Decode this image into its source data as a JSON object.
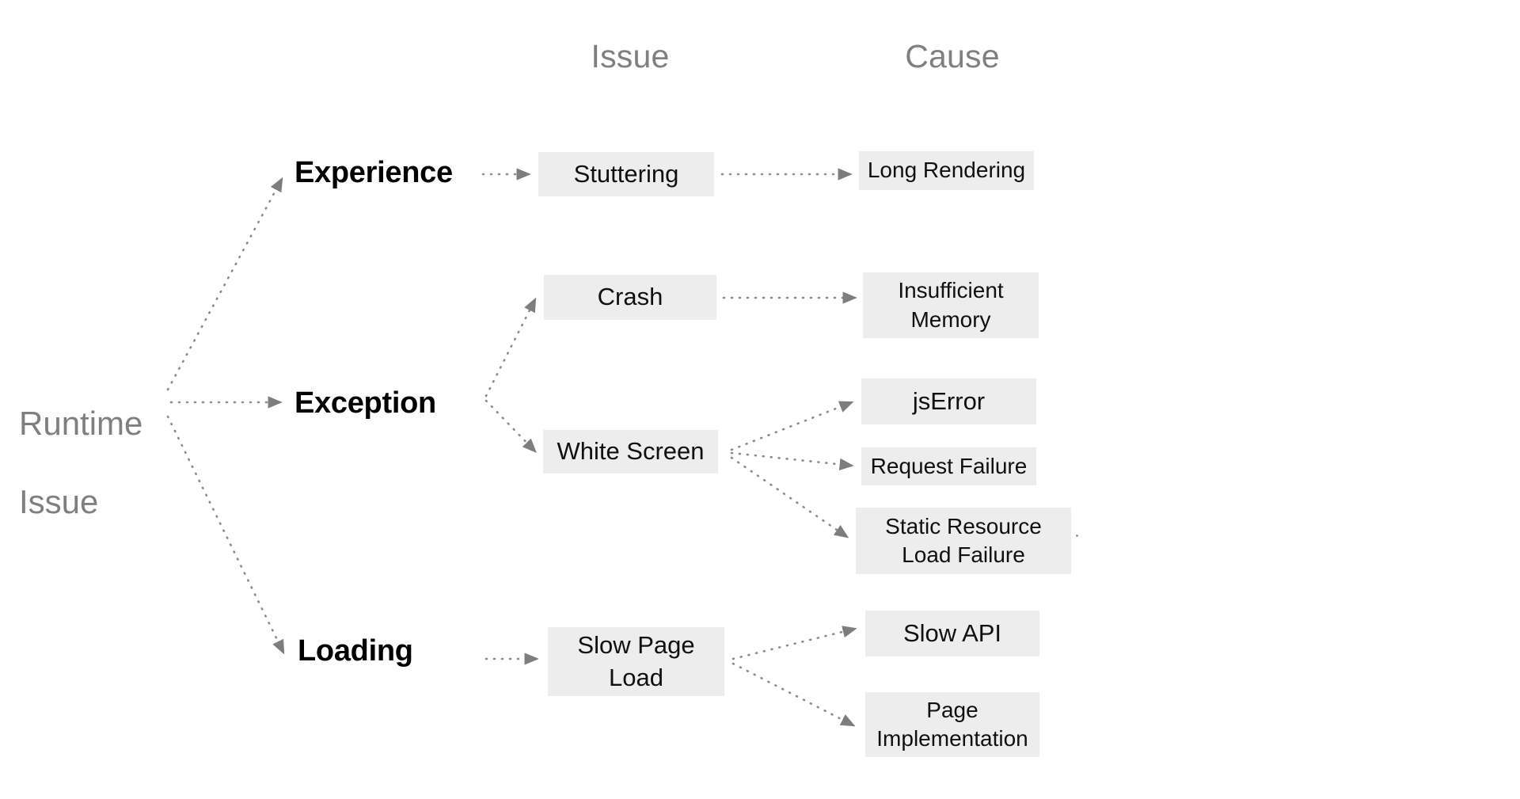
{
  "diagram": {
    "type": "tree-diagram",
    "title_absent": true,
    "background_color": "#ffffff",
    "node_fill_color": "#ededed",
    "header_text_color": "#7f7f7f",
    "root_text_color": "#7f7f7f",
    "category_text_color": "#000000",
    "edge_style": "dotted-arrow",
    "edge_color": "#8c8c8c"
  },
  "columns": [
    {
      "id": "issue",
      "label": "Issue"
    },
    {
      "id": "cause",
      "label": "Cause"
    }
  ],
  "root": {
    "label": "Runtime Issue",
    "line1": "Runtime",
    "line2": "Issue"
  },
  "categories": [
    {
      "id": "experience",
      "label": "Experience"
    },
    {
      "id": "exception",
      "label": "Exception"
    },
    {
      "id": "loading",
      "label": "Loading"
    }
  ],
  "issues": [
    {
      "id": "stuttering",
      "label": "Stuttering",
      "category": "experience"
    },
    {
      "id": "crash",
      "label": "Crash",
      "category": "exception"
    },
    {
      "id": "white-screen",
      "label": "White Screen",
      "category": "exception"
    },
    {
      "id": "slow-page-load",
      "label": "Slow Page Load",
      "category": "loading"
    }
  ],
  "causes": [
    {
      "id": "long-rendering",
      "label": "Long Rendering",
      "issue": "stuttering"
    },
    {
      "id": "insufficient-memory",
      "label": "Insufficient Memory",
      "issue": "crash"
    },
    {
      "id": "js-error",
      "label": "jsError",
      "issue": "white-screen"
    },
    {
      "id": "request-failure",
      "label": "Request Failure",
      "issue": "white-screen"
    },
    {
      "id": "static-resource-load-failure",
      "label": "Static Resource Load Failure",
      "issue": "white-screen"
    },
    {
      "id": "slow-api",
      "label": "Slow API",
      "issue": "slow-page-load"
    },
    {
      "id": "page-implementation",
      "label": "Page Implementation",
      "issue": "slow-page-load"
    }
  ]
}
